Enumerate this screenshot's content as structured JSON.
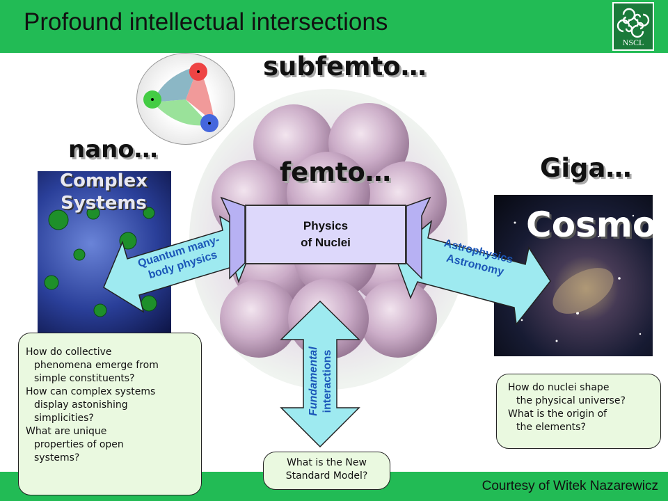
{
  "title": "Profound intellectual intersections",
  "logo_text": "NSCL",
  "scales": {
    "subfemto": "subfemto…",
    "nano": "nano…",
    "femto": "femto…",
    "giga": "Giga…"
  },
  "images": {
    "nano_word_1": "Complex",
    "nano_word_2": "Systems",
    "cosmos_word": "Cosmos"
  },
  "banner": {
    "line1": "Physics",
    "line2": "of Nuclei"
  },
  "arrows": {
    "left_line1": "Quantum many-",
    "left_line2": "body physics",
    "right_line1": "Astrophysics",
    "right_line2": "Astronomy",
    "down_line1": "Fundamental",
    "down_line2": "interactions"
  },
  "questions": {
    "left": [
      "How do collective",
      "phenomena emerge from",
      "simple constituents?",
      "How can complex systems",
      "display astonishing",
      "simplicities?",
      "What are unique",
      "properties of open",
      "systems?"
    ],
    "right": [
      "How do nuclei shape",
      "the physical universe?",
      "What is the origin of",
      "the elements?"
    ],
    "bottom": [
      "What is the New",
      "Standard Model?"
    ]
  },
  "credit": "Courtesy of Witek Nazarewicz",
  "colors": {
    "header_bar": "#22bb55",
    "arrow_fill": "#9eeaf0",
    "arrow_label": "#1b57b8",
    "question_box": "#eaf9e0",
    "banner_fill": "#ddd8fb"
  }
}
